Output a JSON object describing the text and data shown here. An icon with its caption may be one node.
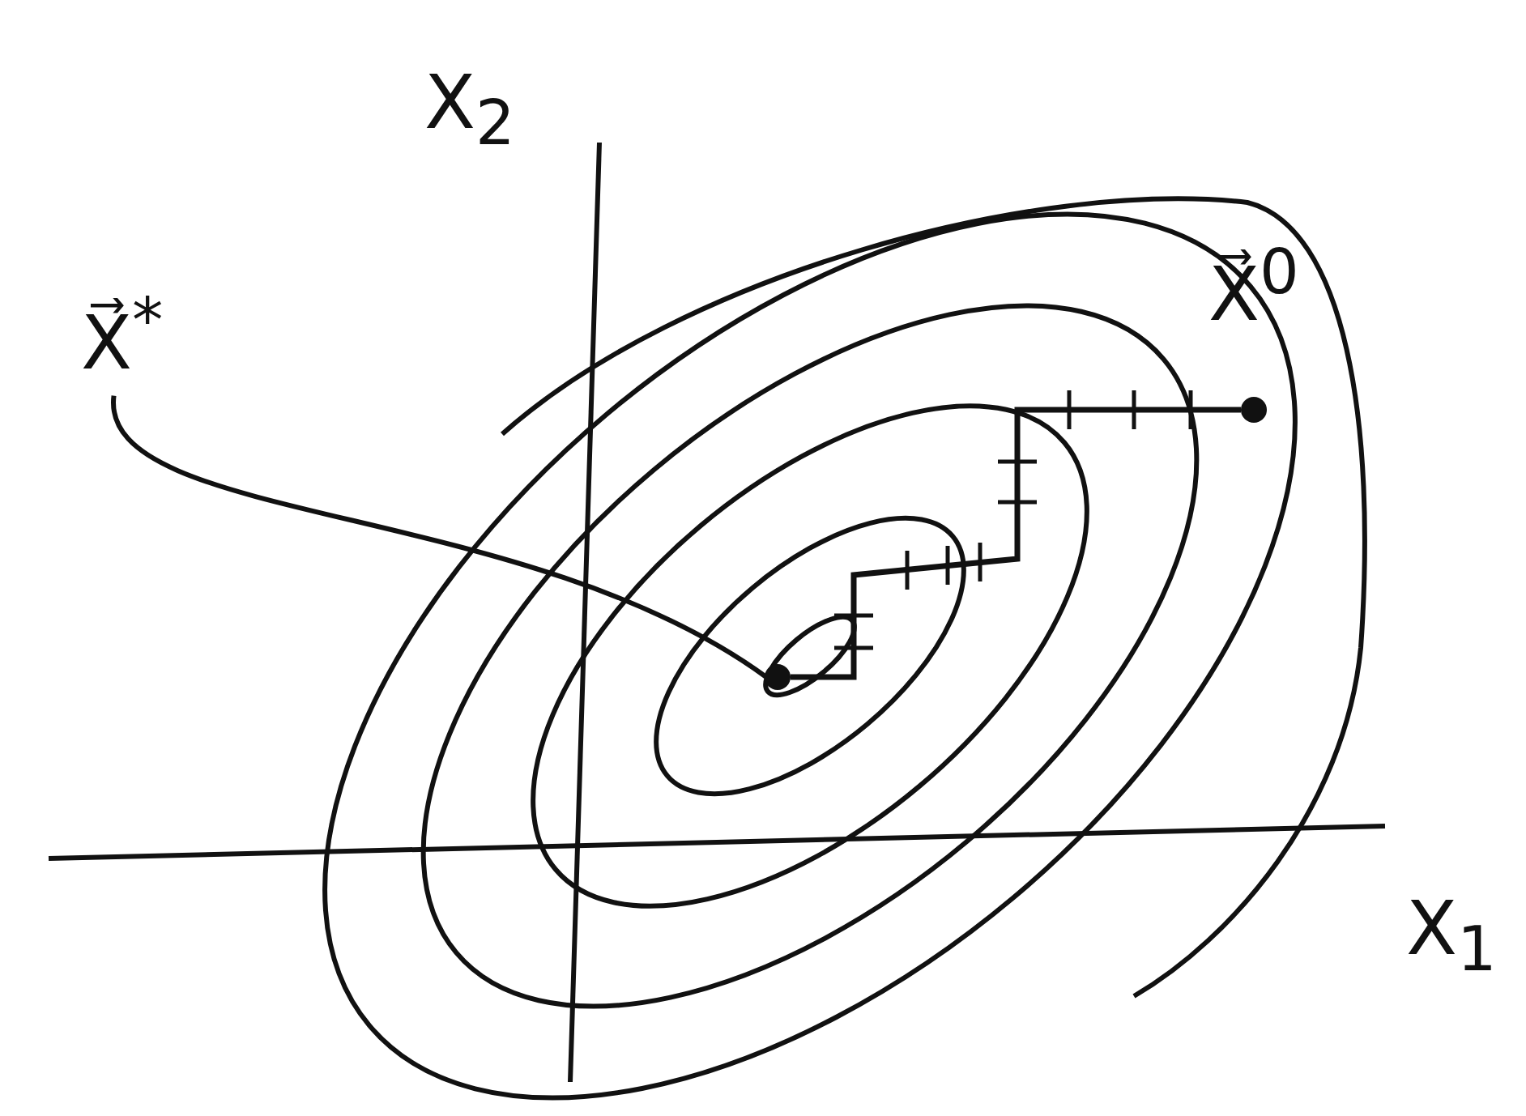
{
  "diagram": {
    "nodes": [
      {
        "text": [
          "X⃗$^{*}$"
        ]
      },
      {
        "text": [],
        "shape": "circle"
      },
      {
        "text": [],
        "shape": "circle",
        "beside": [
          "X⃗$^{0}$"
        ]
      }
    ],
    "edges": [
      {
        "from": 0,
        "to": 1,
        "arrow": "none"
      },
      {
        "from": 2,
        "to": 1,
        "arrow": "none"
      }
    ],
    "labels": [
      "X$_{2}$",
      "X$_{1}$"
    ]
  }
}
